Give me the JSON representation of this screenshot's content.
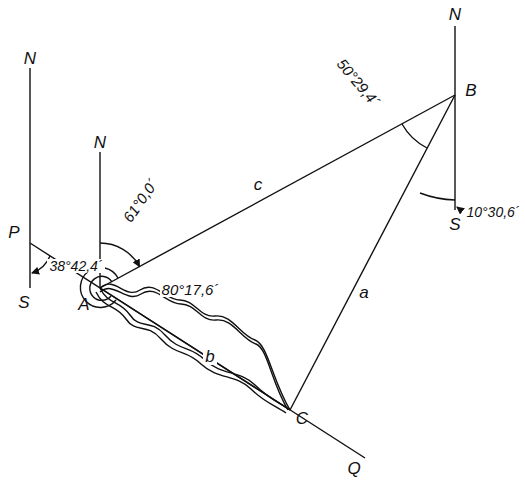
{
  "diagram": {
    "labels": [
      "N",
      "B",
      "S",
      "10°30,6´",
      "50°29,4´",
      "N",
      "61°0,0´",
      "N",
      "P",
      "38°42,4´",
      "S",
      "A",
      "80°17,6´",
      "c",
      "a",
      "b",
      "C",
      "Q"
    ]
  }
}
